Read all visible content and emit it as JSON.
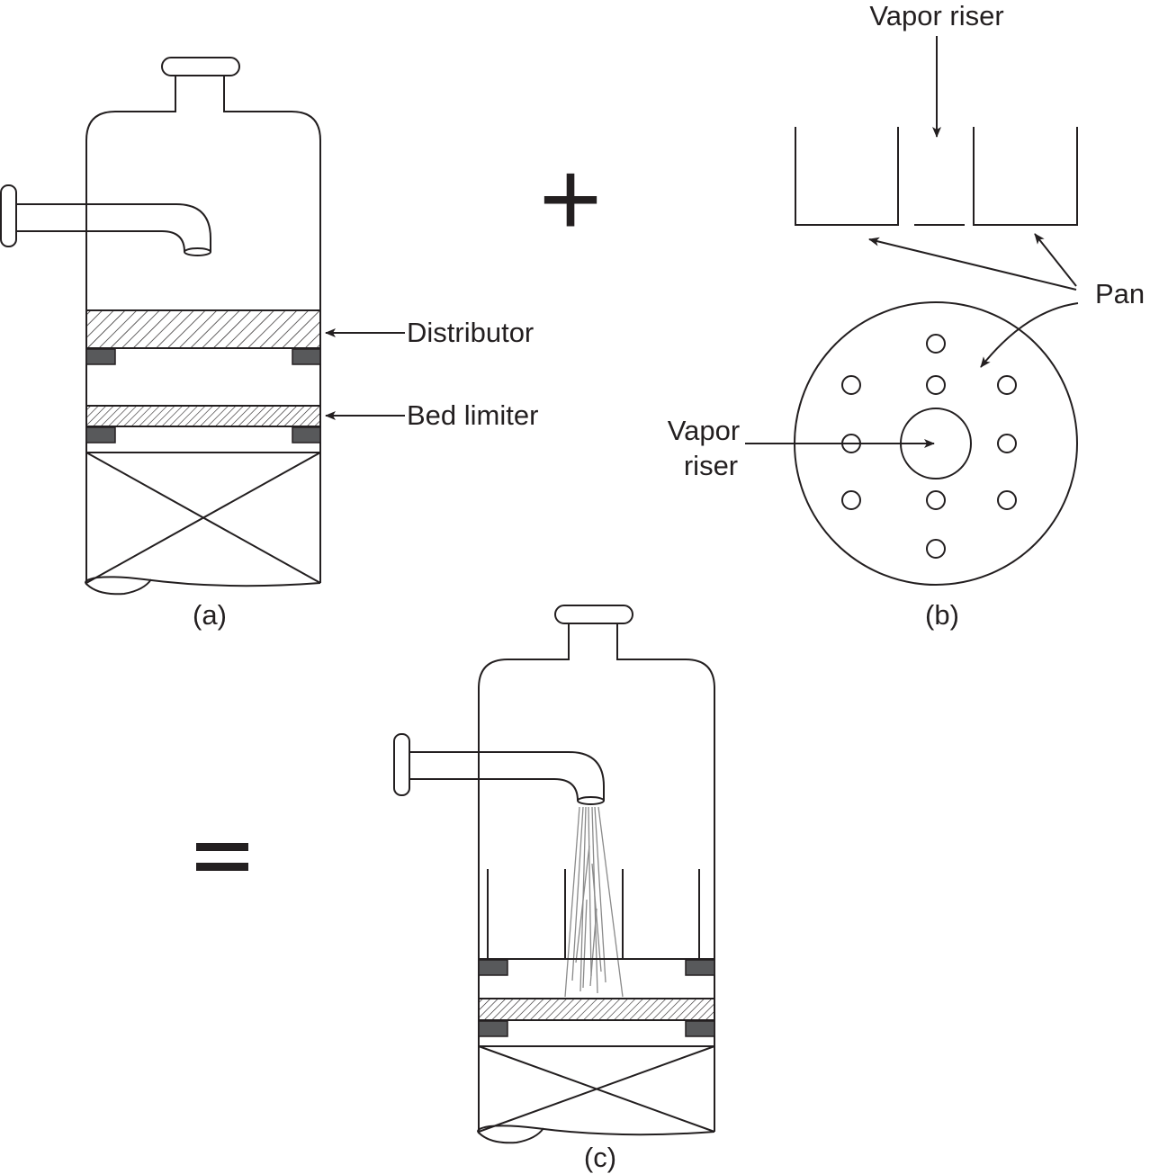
{
  "labels": {
    "distributor": "Distributor",
    "bed_limiter": "Bed limiter",
    "vapor_riser_top": "Vapor riser",
    "pan": "Pan",
    "vapor_riser_line1": "Vapor",
    "vapor_riser_line2": "riser",
    "panel_a": "(a)",
    "panel_b": "(b)",
    "panel_c": "(c)",
    "plus": "+",
    "equals": "="
  },
  "colors": {
    "line": "#231f20",
    "gasket": "#58595b",
    "spray": "#8a8a8a",
    "background": "#ffffff"
  }
}
